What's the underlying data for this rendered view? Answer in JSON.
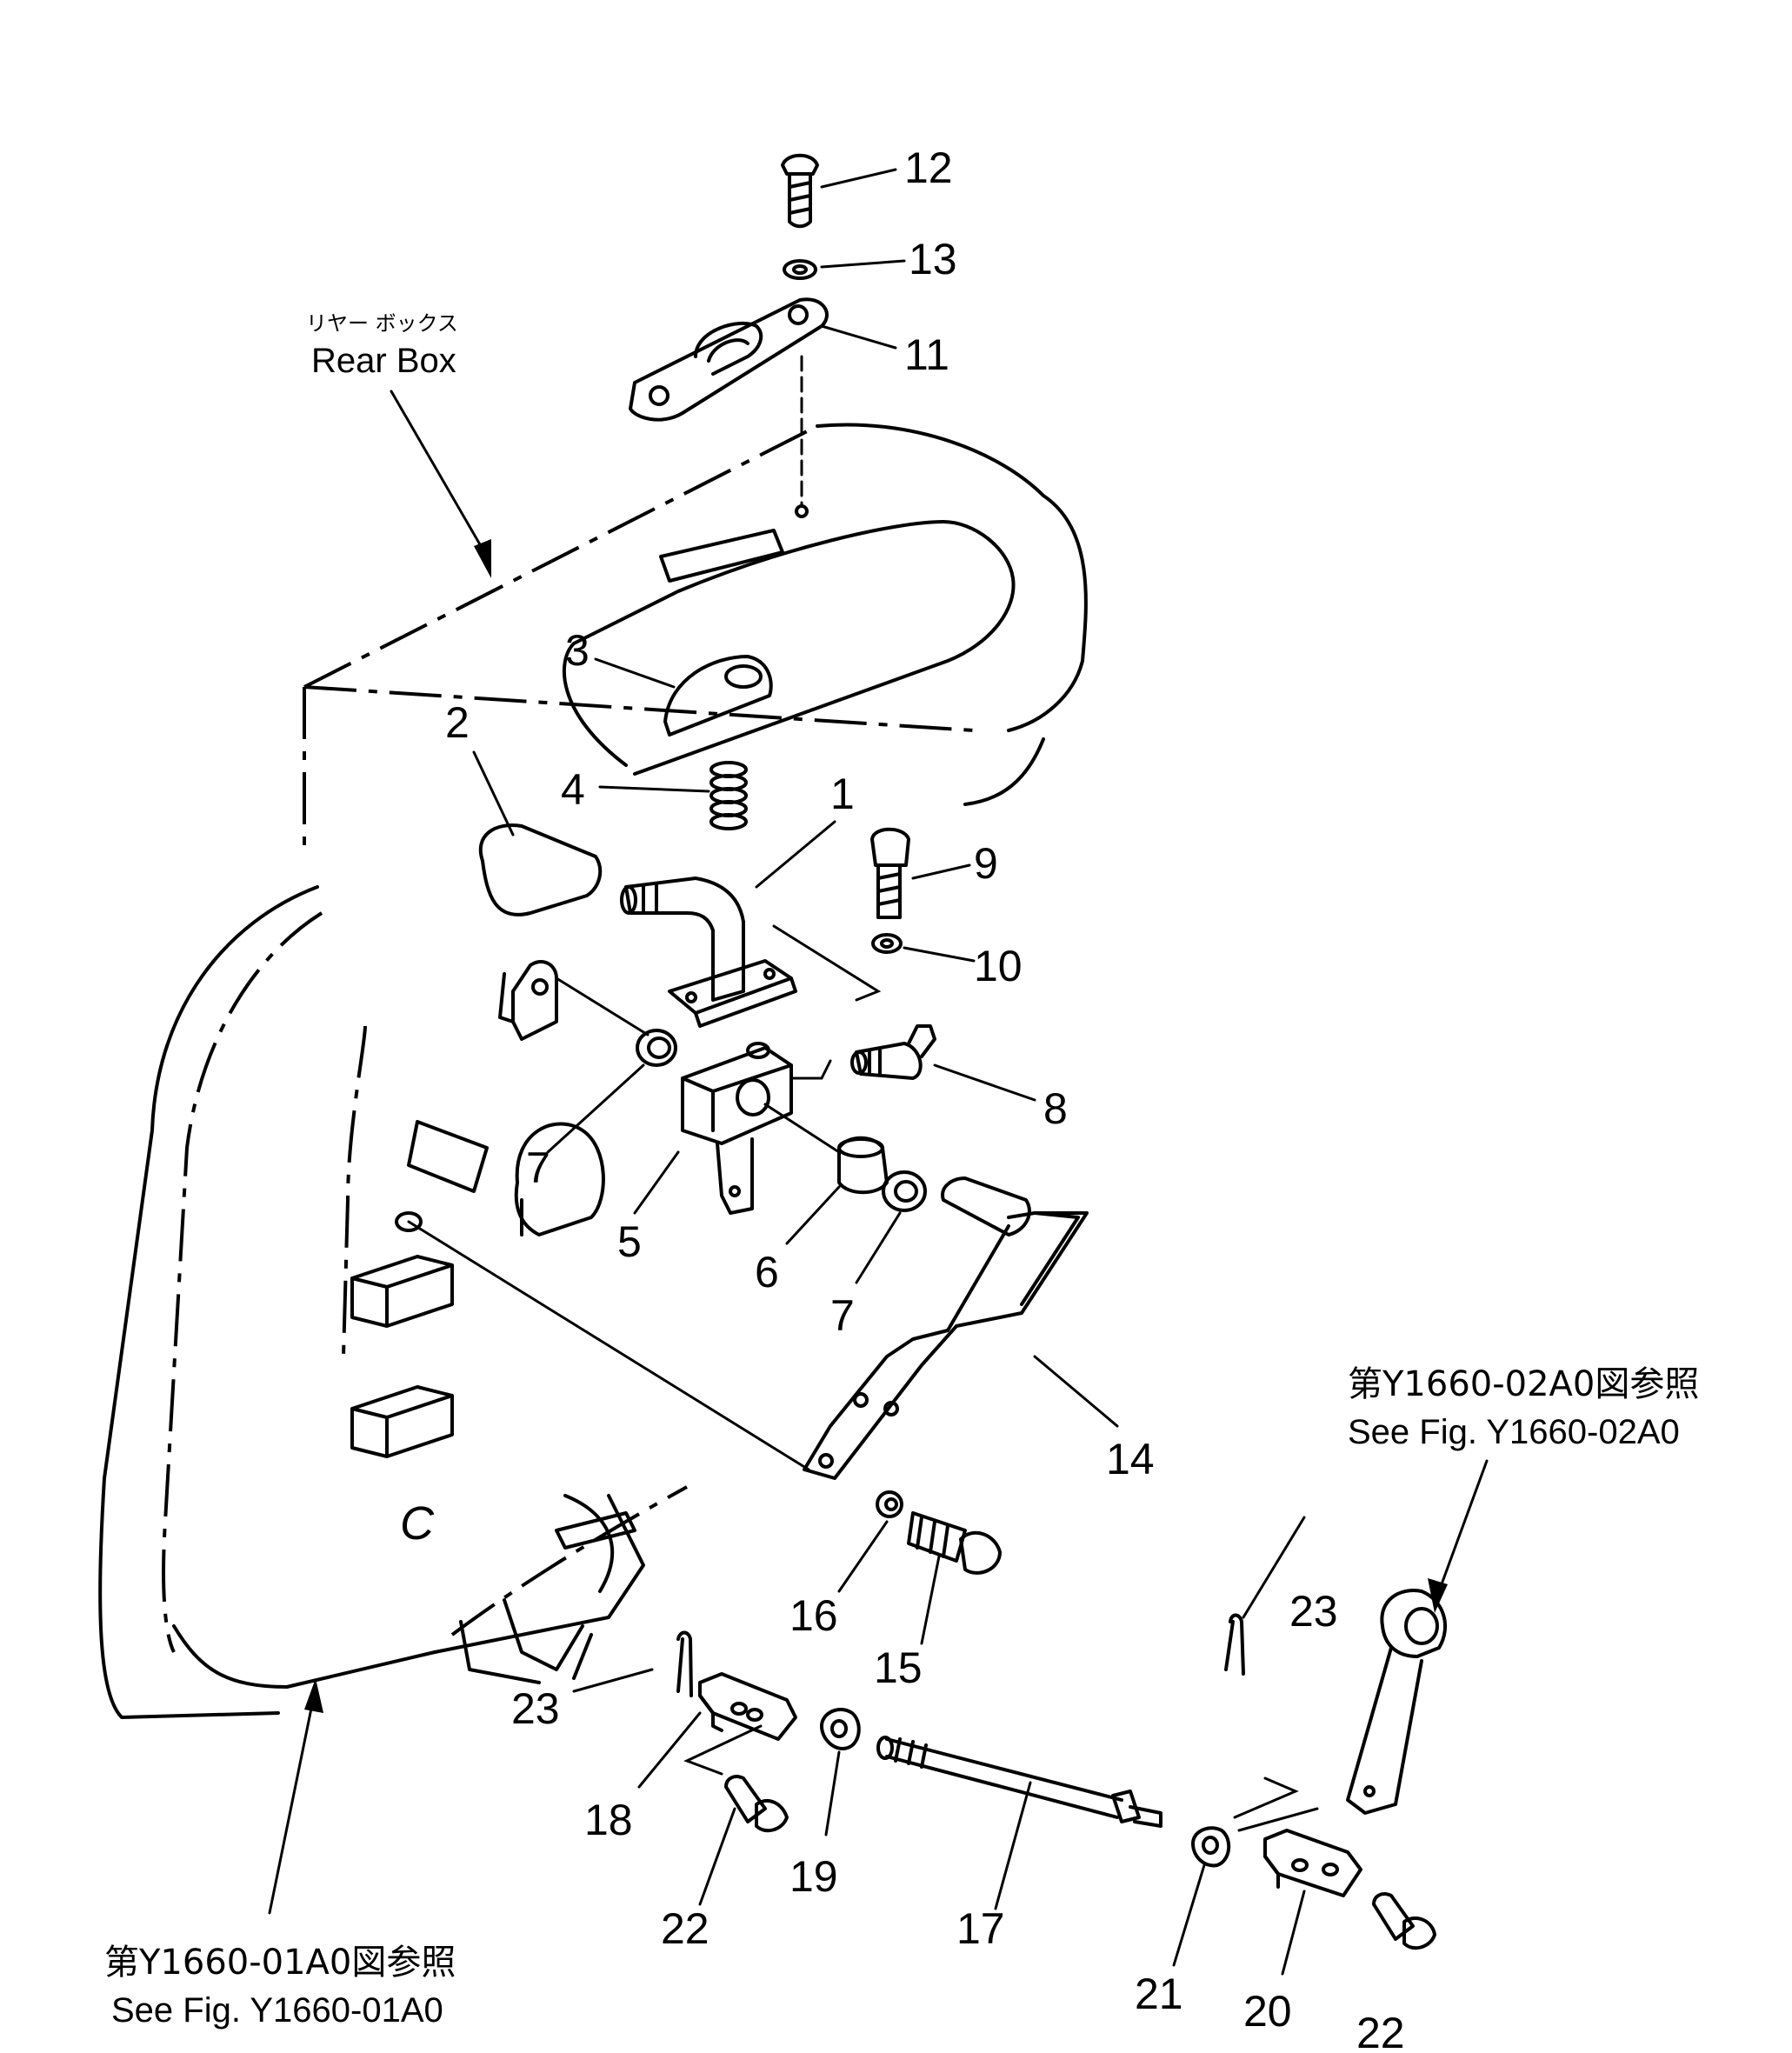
{
  "callouts": {
    "rear_box_jp": "リヤー ボックス",
    "rear_box_en": "Rear Box",
    "ref_right_jp": "第Y1660-02A0図参照",
    "ref_right_en": "See Fig. Y1660-02A0",
    "ref_left_jp": "第Y1660-01A0図参照",
    "ref_left_en": "See Fig. Y1660-01A0",
    "part_c": "C"
  },
  "part_numbers": [
    {
      "id": "p12",
      "label": "12"
    },
    {
      "id": "p13",
      "label": "13"
    },
    {
      "id": "p11",
      "label": "11"
    },
    {
      "id": "p3",
      "label": "3"
    },
    {
      "id": "p2",
      "label": "2"
    },
    {
      "id": "p4",
      "label": "4"
    },
    {
      "id": "p1",
      "label": "1"
    },
    {
      "id": "p9",
      "label": "9"
    },
    {
      "id": "p10",
      "label": "10"
    },
    {
      "id": "p8",
      "label": "8"
    },
    {
      "id": "p7a",
      "label": "7"
    },
    {
      "id": "p5",
      "label": "5"
    },
    {
      "id": "p6",
      "label": "6"
    },
    {
      "id": "p7b",
      "label": "7"
    },
    {
      "id": "p14",
      "label": "14"
    },
    {
      "id": "p16",
      "label": "16"
    },
    {
      "id": "p15",
      "label": "15"
    },
    {
      "id": "p23a",
      "label": "23"
    },
    {
      "id": "p23b",
      "label": "23"
    },
    {
      "id": "p18",
      "label": "18"
    },
    {
      "id": "p19",
      "label": "19"
    },
    {
      "id": "p17",
      "label": "17"
    },
    {
      "id": "p22a",
      "label": "22"
    },
    {
      "id": "p21",
      "label": "21"
    },
    {
      "id": "p20",
      "label": "20"
    },
    {
      "id": "p22b",
      "label": "22"
    }
  ]
}
